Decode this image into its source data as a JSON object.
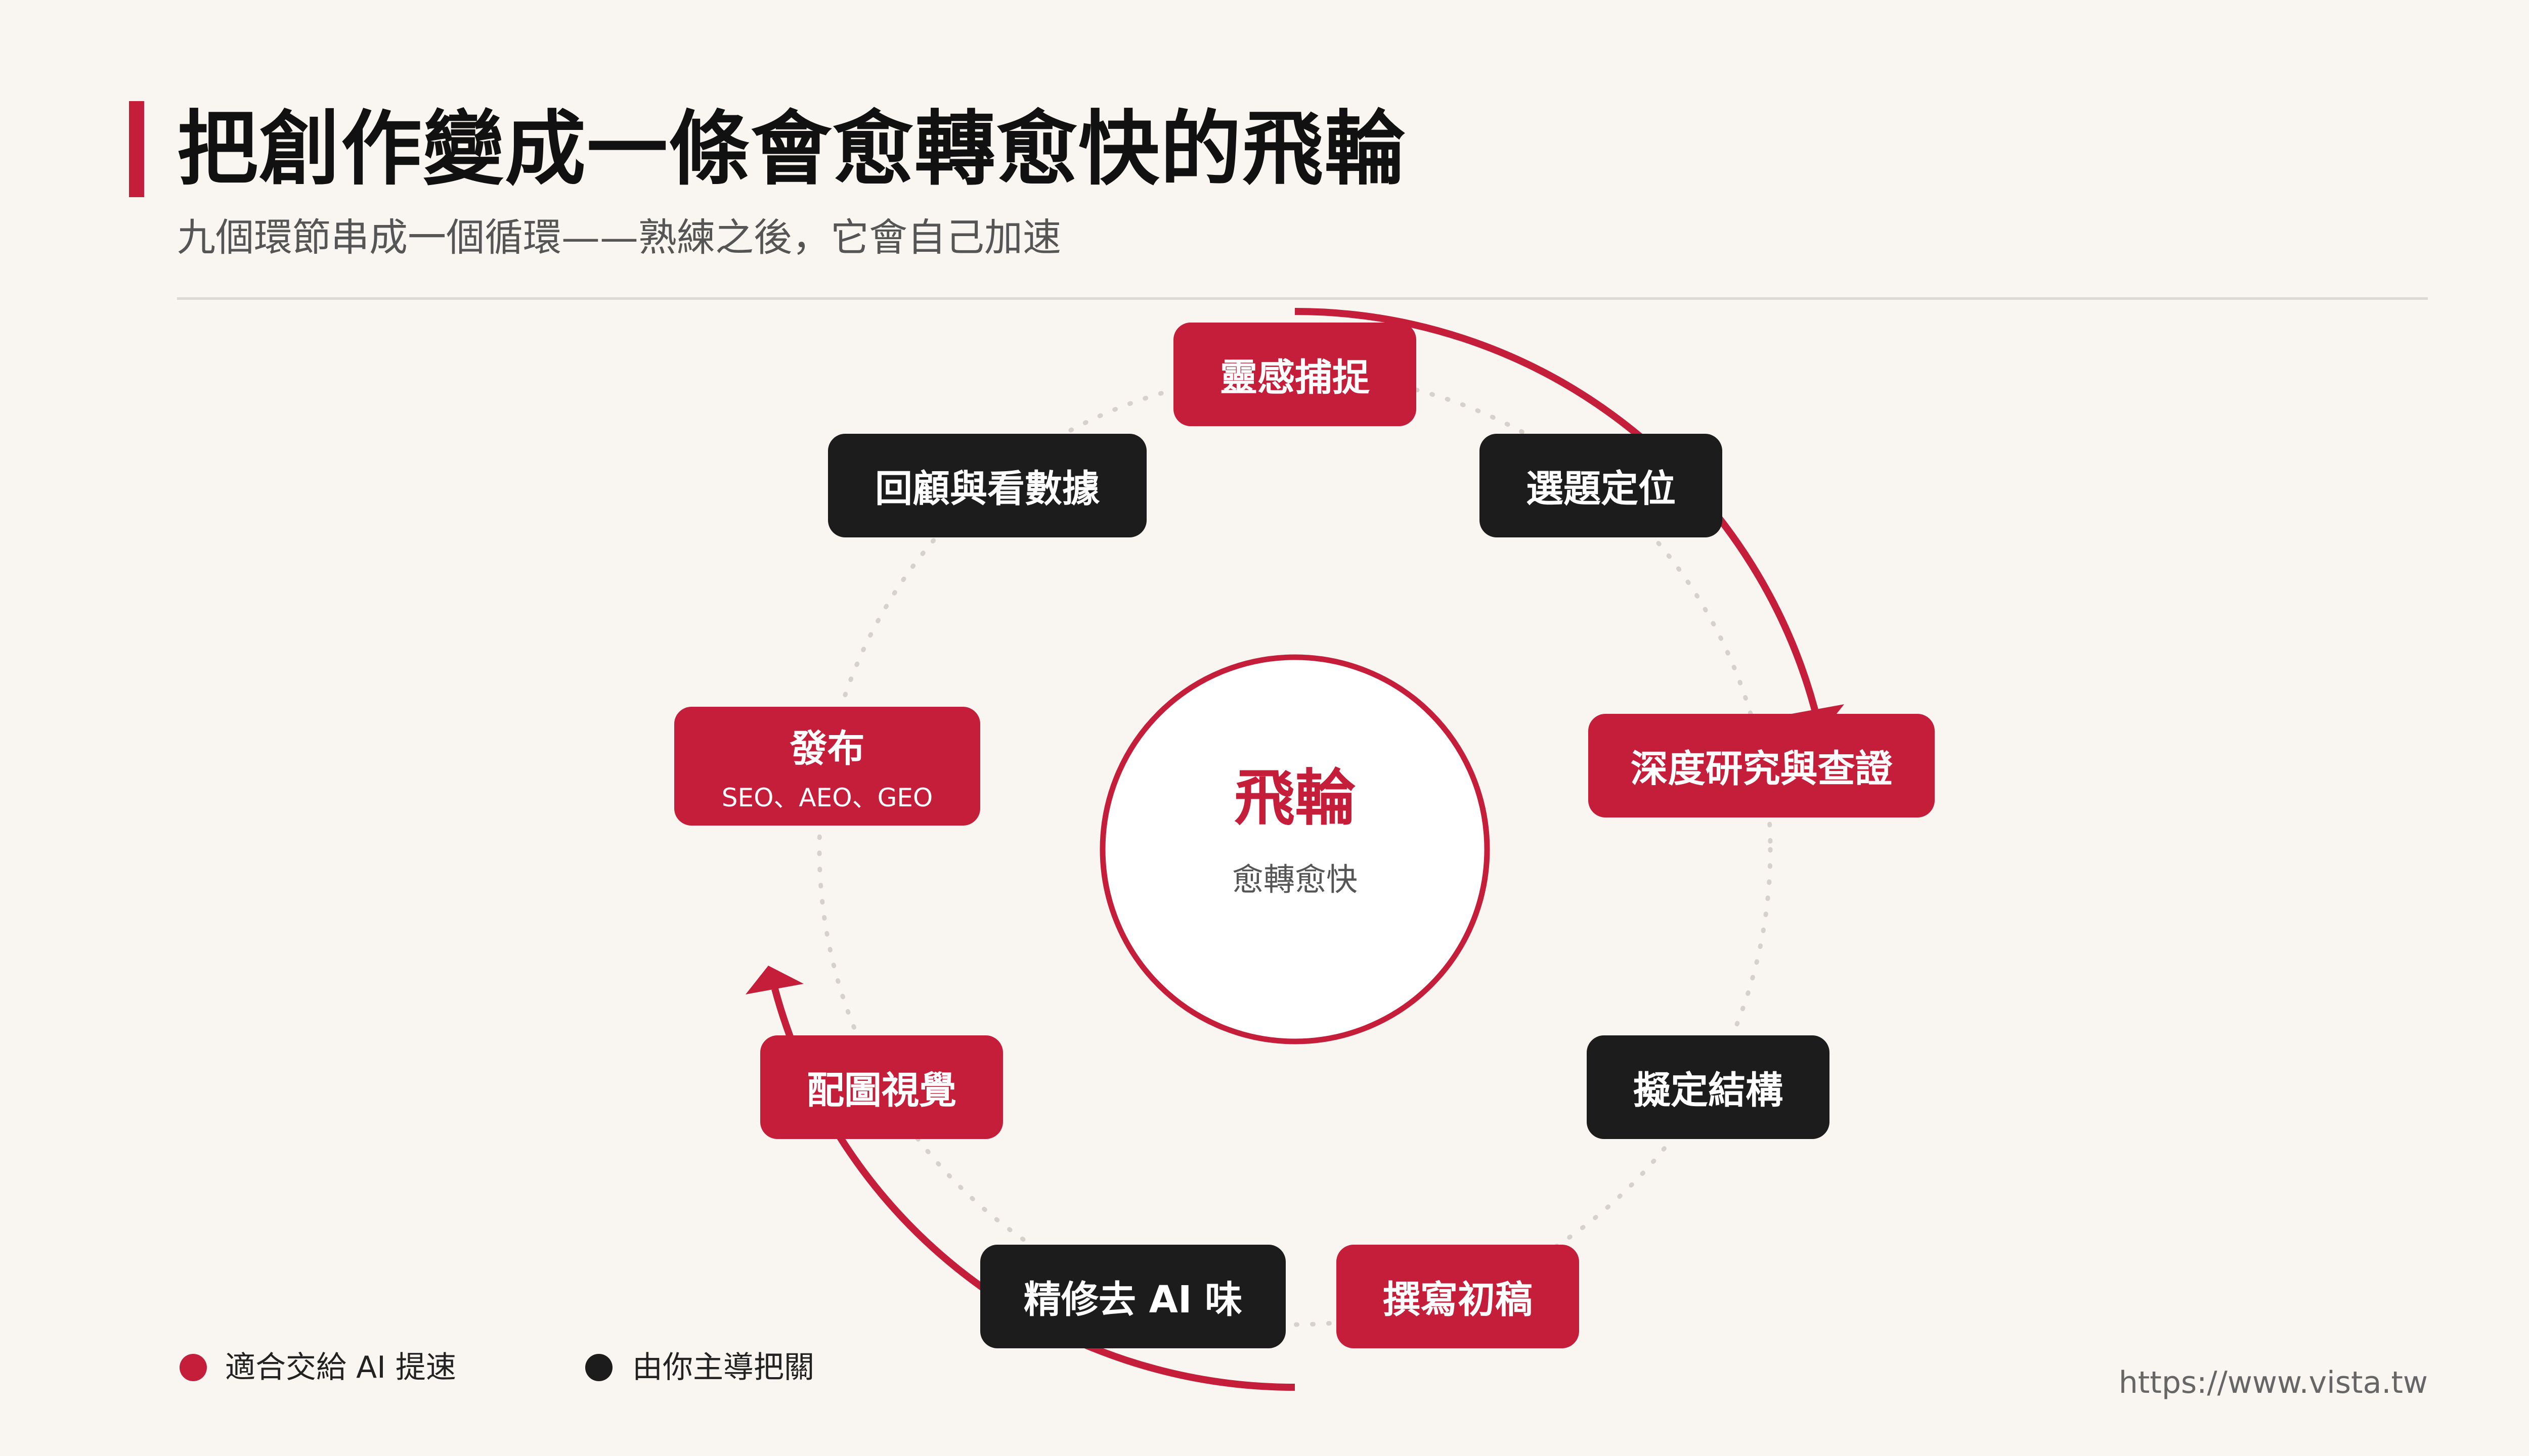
{
  "header": {
    "title": "把創作變成一條會愈轉愈快的飛輪",
    "subtitle": "九個環節串成一個循環——熟練之後，它會自己加速"
  },
  "hub": {
    "title": "飛輪",
    "subtitle": "愈轉愈快"
  },
  "nodes": [
    {
      "label": "靈感捕捉",
      "type": "ai"
    },
    {
      "label": "選題定位",
      "type": "human"
    },
    {
      "label": "深度研究與查證",
      "type": "ai"
    },
    {
      "label": "擬定結構",
      "type": "human"
    },
    {
      "label": "撰寫初稿",
      "type": "ai"
    },
    {
      "label": "精修去 AI 味",
      "type": "human"
    },
    {
      "label": "配圖視覺",
      "type": "ai"
    },
    {
      "label": "發布",
      "sublabel": "SEO、AEO、GEO",
      "type": "ai"
    },
    {
      "label": "回顧與看數據",
      "type": "human"
    }
  ],
  "legend": [
    {
      "label": "適合交給 AI 提速",
      "color": "#c41e3a"
    },
    {
      "label": "由你主導把關",
      "color": "#1c1c1c"
    }
  ],
  "footer": {
    "url": "https://www.vista.tw"
  },
  "colors": {
    "accent": "#c41e3a",
    "dark": "#1c1c1c",
    "background": "#f9f5f0"
  }
}
